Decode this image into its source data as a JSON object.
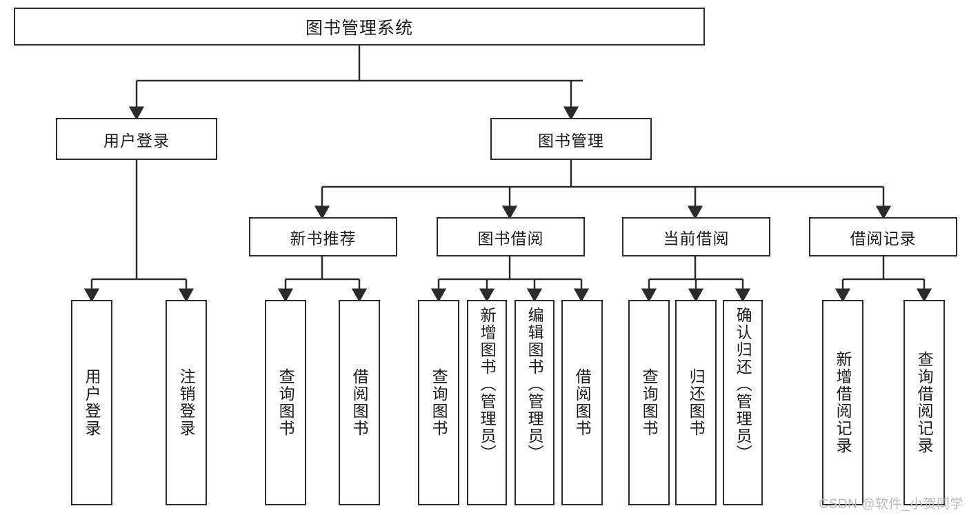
{
  "diagram": {
    "title": "图书管理系统",
    "type": "tree",
    "root": {
      "label": "图书管理系统"
    },
    "level2": [
      {
        "id": "user-login",
        "label": "用户登录"
      },
      {
        "id": "book-management",
        "label": "图书管理"
      }
    ],
    "level3": [
      {
        "id": "new-book-recommend",
        "label": "新书推荐",
        "parent": "book-management"
      },
      {
        "id": "book-borrow",
        "label": "图书借阅",
        "parent": "book-management"
      },
      {
        "id": "current-borrow",
        "label": "当前借阅",
        "parent": "book-management"
      },
      {
        "id": "borrow-record",
        "label": "借阅记录",
        "parent": "book-management"
      }
    ],
    "leaves": [
      {
        "id": "leaf-user-login",
        "label": "用户登录",
        "parent": "user-login"
      },
      {
        "id": "leaf-logout",
        "label": "注销登录",
        "parent": "user-login"
      },
      {
        "id": "leaf-query-book-1",
        "label": "查询图书",
        "parent": "new-book-recommend"
      },
      {
        "id": "leaf-borrow-book-1",
        "label": "借阅图书",
        "parent": "new-book-recommend"
      },
      {
        "id": "leaf-query-book-2",
        "label": "查询图书",
        "parent": "book-borrow"
      },
      {
        "id": "leaf-add-book",
        "label": "新增图书（管理员）",
        "parent": "book-borrow"
      },
      {
        "id": "leaf-edit-book",
        "label": "编辑图书（管理员）",
        "parent": "book-borrow"
      },
      {
        "id": "leaf-borrow-book-2",
        "label": "借阅图书",
        "parent": "book-borrow"
      },
      {
        "id": "leaf-query-book-3",
        "label": "查询图书",
        "parent": "current-borrow"
      },
      {
        "id": "leaf-return-book",
        "label": "归还图书",
        "parent": "current-borrow"
      },
      {
        "id": "leaf-confirm-return",
        "label": "确认归还（管理员）",
        "parent": "current-borrow"
      },
      {
        "id": "leaf-add-record",
        "label": "新增借阅记录",
        "parent": "borrow-record"
      },
      {
        "id": "leaf-query-record",
        "label": "查询借阅记录",
        "parent": "borrow-record"
      }
    ],
    "watermark": "CSDN @软件_小贺同学",
    "colors": {
      "stroke": "#2b2b2b",
      "fill": "#ffffff",
      "text": "#1b1b1b",
      "watermark": "#b9b9b9"
    }
  }
}
